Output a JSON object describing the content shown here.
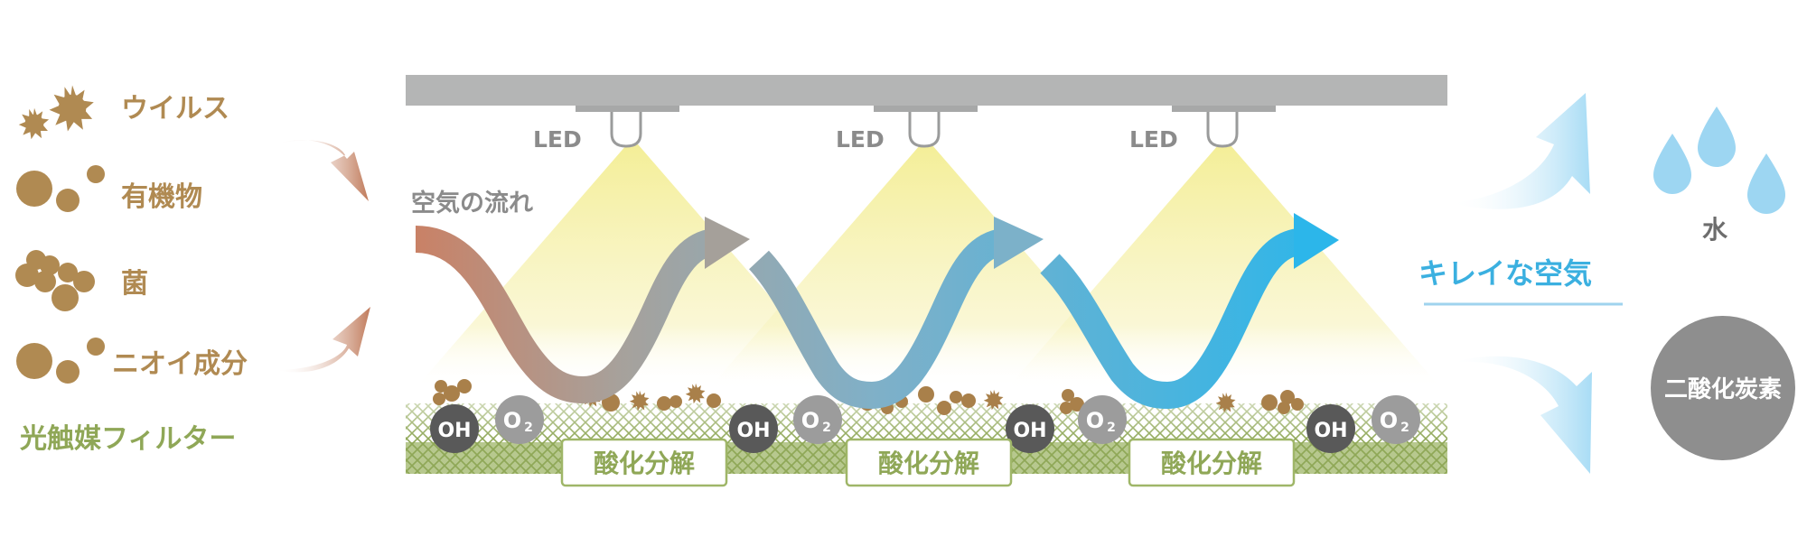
{
  "pollutants": [
    {
      "label": "ウイルス",
      "icon": "virus-icon"
    },
    {
      "label": "有機物",
      "icon": "organic-matter-icon"
    },
    {
      "label": "菌",
      "icon": "bacteria-icon"
    },
    {
      "label": "ニオイ成分",
      "icon": "odor-icon"
    }
  ],
  "filter_label": "光触媒フィルター",
  "airflow_label": "空気の流れ",
  "led_label": "LED",
  "oh_label": "OH",
  "o2_label": "O",
  "o2_sub": "2",
  "decompose_label": "酸化分解",
  "clean_air_label": "キレイな空気",
  "water_label": "水",
  "co2_label": "二酸化炭素",
  "colors": {
    "pollutant_brown": "#b08a52",
    "filter_green": "#8fa757",
    "clean_blue": "#3bb0e0",
    "led_cone": "#f4ef9e",
    "ceiling_gray": "#b4b5b5",
    "co2_gray": "#8e8e8e"
  }
}
